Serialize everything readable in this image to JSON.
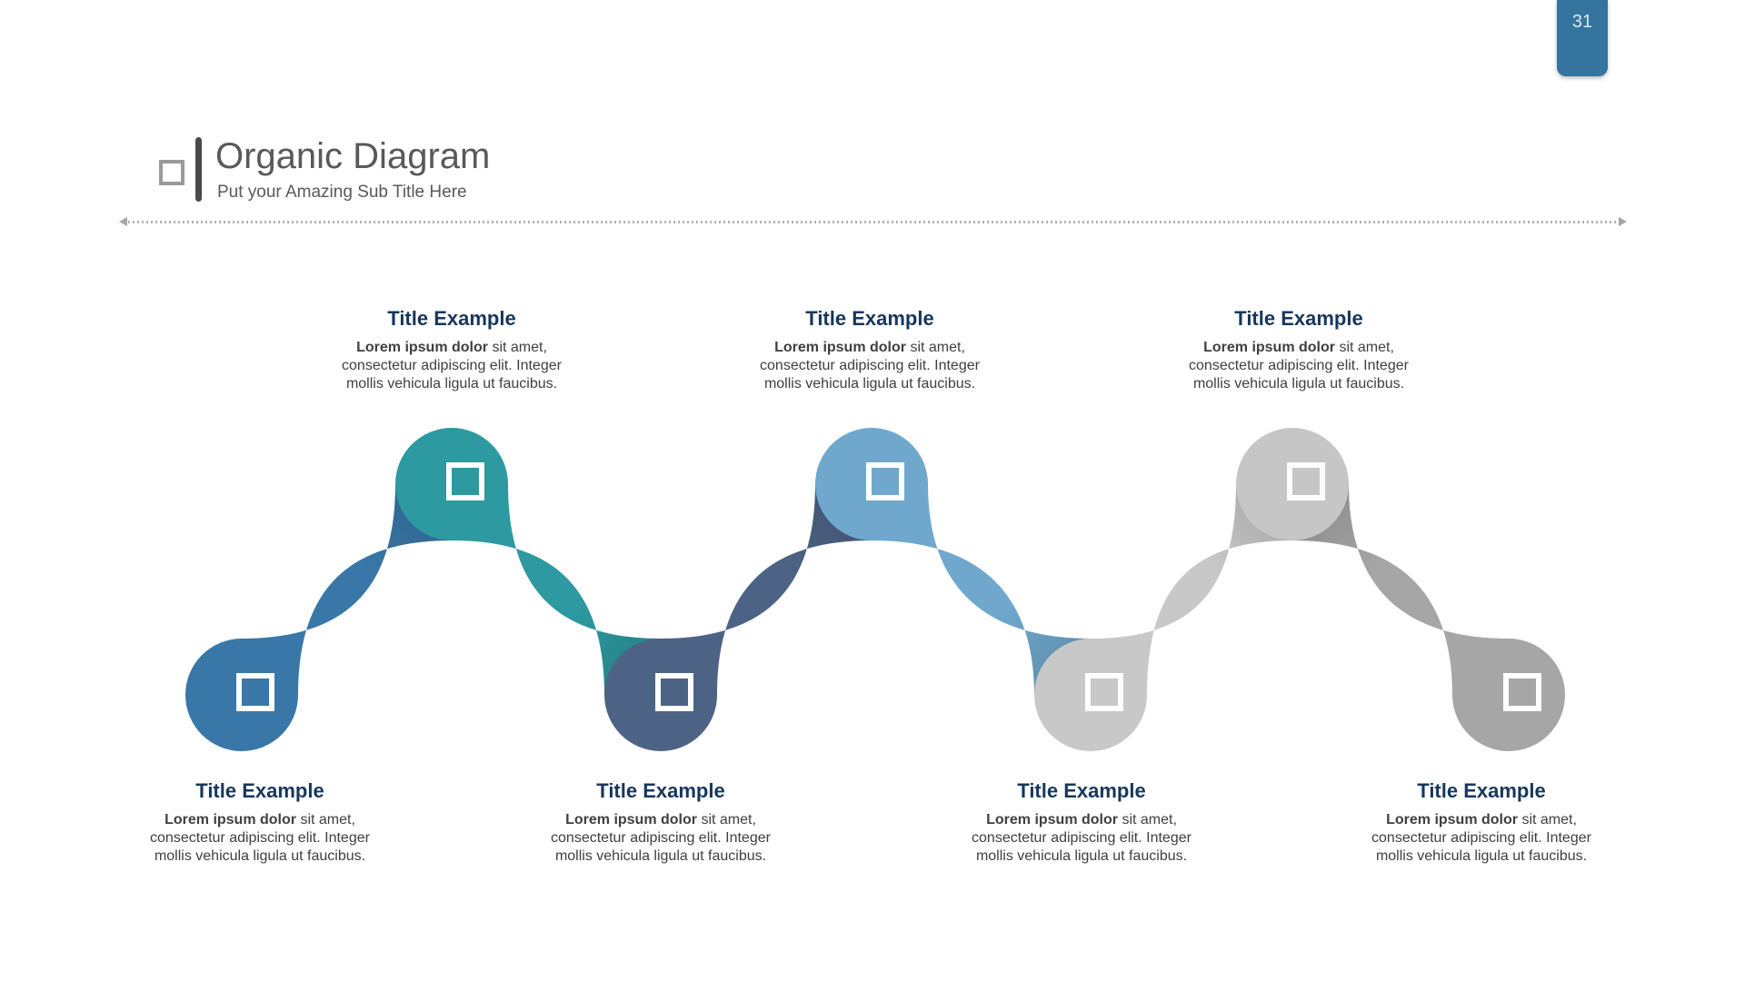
{
  "slide": {
    "page_number": "31",
    "badge_color": "#35749F",
    "title": "Organic Diagram",
    "subtitle": "Put your Amazing Sub Title Here",
    "title_icon": "square-outline-icon"
  },
  "diagram": {
    "name": "organic wave diagram",
    "nodes": [
      {
        "position": "bottom",
        "color": "#3877A8",
        "icon": "square-outline-icon",
        "title": "Title Example",
        "body_bold": "Lorem ipsum dolor",
        "body_rest": " sit amet,",
        "body_line2": "consectetur adipiscing elit. Integer",
        "body_line3": "mollis vehicula ligula ut faucibus."
      },
      {
        "position": "top",
        "color": "#2D99A0",
        "icon": "square-outline-icon",
        "title": "Title Example",
        "body_bold": "Lorem ipsum dolor",
        "body_rest": " sit amet,",
        "body_line2": "consectetur adipiscing elit. Integer",
        "body_line3": "mollis vehicula ligula ut faucibus."
      },
      {
        "position": "bottom",
        "color": "#4D6386",
        "icon": "square-outline-icon",
        "title": "Title Example",
        "body_bold": "Lorem ipsum dolor",
        "body_rest": " sit amet,",
        "body_line2": "consectetur adipiscing elit. Integer",
        "body_line3": "mollis vehicula ligula ut faucibus."
      },
      {
        "position": "top",
        "color": "#6FA8CC",
        "icon": "square-outline-icon",
        "title": "Title Example",
        "body_bold": "Lorem ipsum dolor",
        "body_rest": " sit amet,",
        "body_line2": "consectetur adipiscing elit. Integer",
        "body_line3": "mollis vehicula ligula ut faucibus."
      },
      {
        "position": "bottom",
        "color": "#C8C8C8",
        "icon": "square-outline-icon",
        "title": "Title Example",
        "body_bold": "Lorem ipsum dolor",
        "body_rest": " sit amet,",
        "body_line2": "consectetur adipiscing elit. Integer",
        "body_line3": "mollis vehicula ligula ut faucibus."
      },
      {
        "position": "top",
        "color": "#C6C6C6",
        "icon": "square-outline-icon",
        "title": "Title Example",
        "body_bold": "Lorem ipsum dolor",
        "body_rest": " sit amet,",
        "body_line2": "consectetur adipiscing elit. Integer",
        "body_line3": "mollis vehicula ligula ut faucibus."
      },
      {
        "position": "bottom",
        "color": "#A6A6A6",
        "icon": "square-outline-icon",
        "title": "Title Example",
        "body_bold": "Lorem ipsum dolor",
        "body_rest": " sit amet,",
        "body_line2": "consectetur adipiscing elit. Integer",
        "body_line3": "mollis vehicula ligula ut faucibus."
      }
    ]
  }
}
